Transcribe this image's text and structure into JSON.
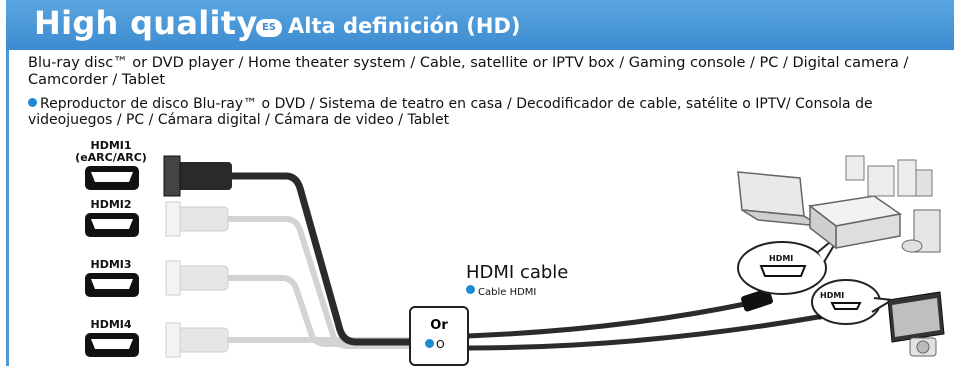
{
  "header": {
    "title": "High quality",
    "lang_badge": "ES",
    "subtitle": "Alta definición (HD)"
  },
  "body": {
    "devices_en": "Blu-ray disc™ or DVD player / Home theater system / Cable, satellite or IPTV box / Gaming console / PC / Digital camera / Camcorder / Tablet",
    "devices_es": "Reproductor de disco Blu-ray™ o DVD / Sistema de teatro en casa / Decodificador de cable, satélite o IPTV/ Consola de videojuegos / PC / Cámara digital / Cámara de video / Tablet"
  },
  "ports": [
    {
      "label": "HDMI1\n(eARC/ARC)"
    },
    {
      "label": "HDMI2"
    },
    {
      "label": "HDMI3"
    },
    {
      "label": "HDMI4"
    }
  ],
  "cable": {
    "label_en": "HDMI cable",
    "label_es": "Cable HDMI"
  },
  "or_box": {
    "label_en": "Or",
    "label_es": "O"
  },
  "bubbles": {
    "hdmi_a": "HDMI",
    "hdmi_mini": "HDMI"
  },
  "colors": {
    "header_blue": "#3d8bd0",
    "accent_dot": "#1d8ad6",
    "cable_active": "#2b2b2b",
    "cable_inactive": "#d3d3d3"
  }
}
